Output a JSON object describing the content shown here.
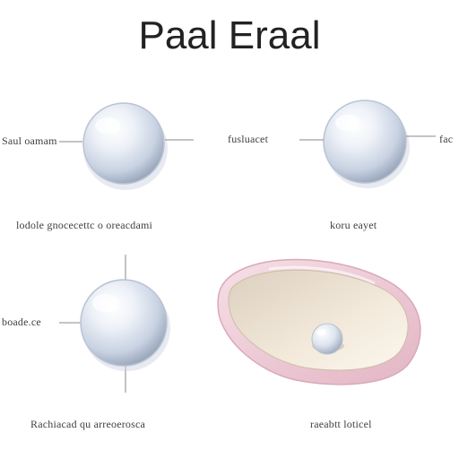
{
  "title": "Paal Eraal",
  "labels": {
    "pearl1_left": "Saul oamam",
    "pearl2_left": "fusluacet",
    "pearl2_right": "fac",
    "pearl1_caption": "lodole gnocecettc o oreacdami",
    "pearl2_caption": "koru eayet",
    "pearl3_left": "boade.ce",
    "pearl3_caption": "Rachiacad qu arreoerosca",
    "shell_caption": "raeabtt loticel"
  },
  "colors": {
    "pearl_highlight": "#ffffff",
    "pearl_mid": "#dfe6f0",
    "pearl_shadow": "#9aa7bb",
    "shell_rim": "#e9c2cf",
    "shell_inner": "#efe3cf",
    "line": "#8a8a8a"
  }
}
